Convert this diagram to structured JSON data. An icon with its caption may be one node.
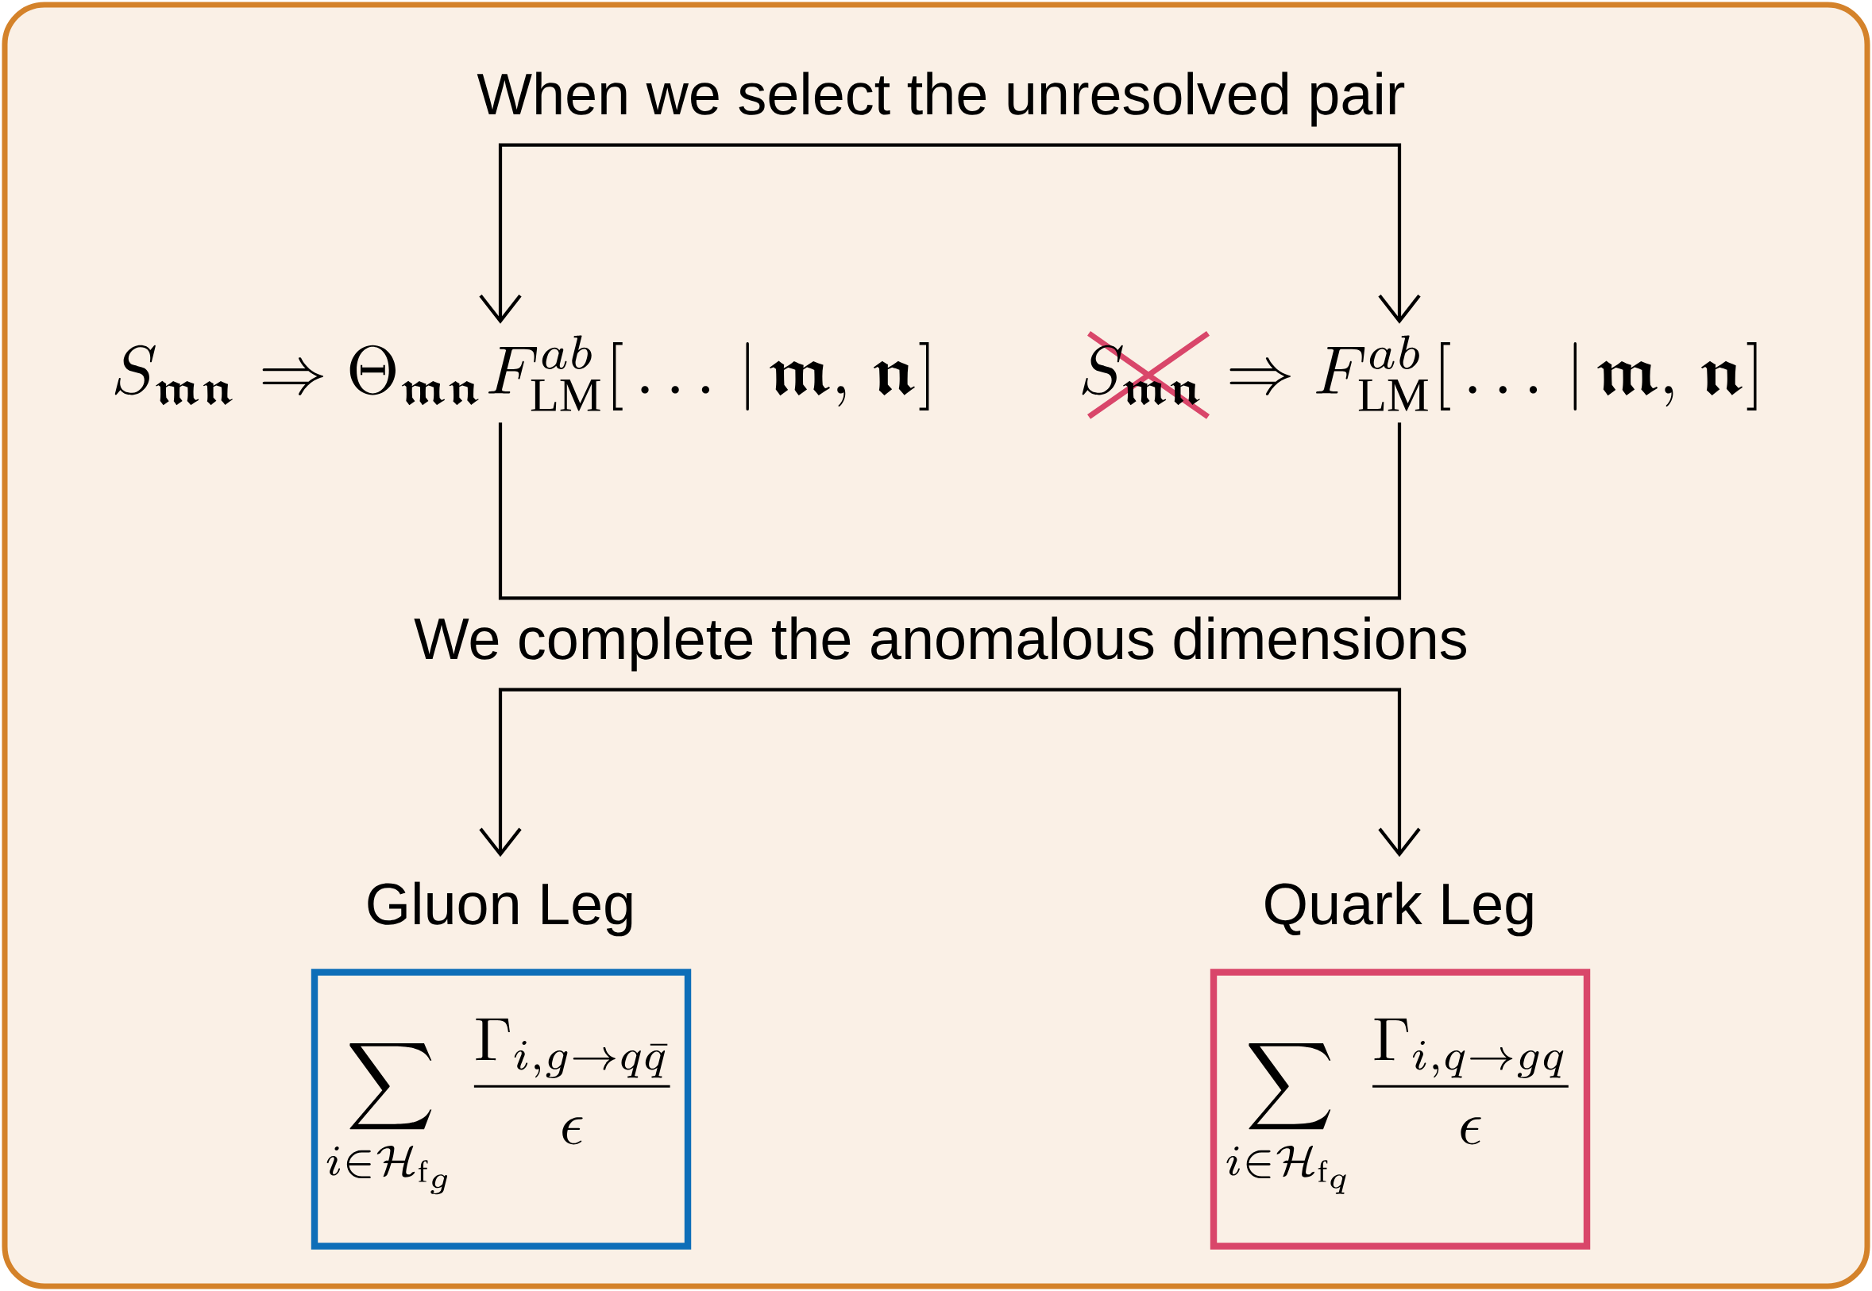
{
  "diagram": {
    "nodes": [
      {
        "text": [
          "When we select the unresolved pair"
        ]
      },
      {
        "text": [
          "S_{\\bm{\\mathfrak{m}}\\bm{\\mathfrak{n}}} \\Rightarrow \\Theta_{\\bm{\\mathfrak{m}}\\bm{\\mathfrak{n}}} F^{ab}_{\\mathrm{LM}}[\\,\\ldots\\,|\\,\\bm{\\mathfrak{m}},\\,\\bm{\\mathfrak{n}}]"
        ]
      },
      {
        "text": [
          "S_{\\bm{\\mathfrak{m}}\\bm{\\mathfrak{n}}} \\Rightarrow F^{ab}_{\\mathrm{LM}}[\\,\\ldots\\,|\\,\\bm{\\mathfrak{m}},\\,\\bm{\\mathfrak{n}}]"
        ]
      },
      {
        "text": [
          "We complete the anomalous dimensions"
        ]
      },
      {
        "text": [
          "Gluon Leg",
          "\\sum_{i\\in\\mathcal{H}_{\\mathrm{f}_g}} \\frac{\\Gamma_{i,g\\to q\\bar{q}}}{\\epsilon}"
        ]
      },
      {
        "text": [
          "Quark Leg",
          "\\sum_{i\\in\\mathcal{H}_{\\mathrm{f}_q}} \\frac{\\Gamma_{i,q\\to gq}}{\\epsilon}"
        ]
      }
    ],
    "edges": [
      {
        "from": 0,
        "to": 1,
        "arrow": "to"
      },
      {
        "from": 0,
        "to": 2,
        "arrow": "to"
      },
      {
        "from": 1,
        "to": 3,
        "arrow": "none"
      },
      {
        "from": 2,
        "to": 3,
        "arrow": "none"
      },
      {
        "from": 3,
        "to": 4,
        "arrow": "to"
      },
      {
        "from": 3,
        "to": 5,
        "arrow": "to"
      }
    ]
  }
}
